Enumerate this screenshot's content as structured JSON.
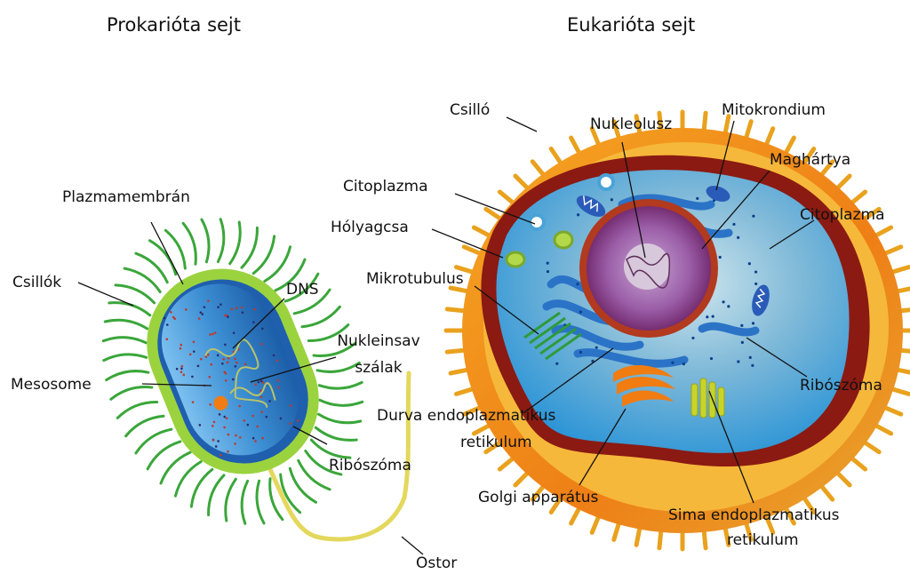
{
  "titles": {
    "prokaryote": "Prokarióta sejt",
    "eukaryote": "Eukarióta sejt"
  },
  "prokaryote_labels": {
    "plazmamembran": "Plazmamembrán",
    "csillok": "Csillók",
    "dns": "DNS",
    "nukleinsav_1": "Nukleinsav",
    "nukleinsav_2": "szálak",
    "mesosome": "Mesosome",
    "riboszoma": "Ribószóma",
    "ostor": "Ostor"
  },
  "eukaryote_labels": {
    "csillo": "Csilló",
    "nukleolusz": "Nukleolusz",
    "mitokrondium": "Mitokrondium",
    "maghartya": "Maghártya",
    "citoplazma_left": "Citoplazma",
    "citoplazma_right": "Citoplazma",
    "holyagcsa": "Hólyagcsa",
    "mikrotubulus": "Mikrotubulus",
    "riboszoma": "Ribószóma",
    "durva_1": "Durva endoplazmatikus",
    "durva_2": "retikulum",
    "golgi": "Golgi apparátus",
    "sima_1": "Sima endoplazmatikus",
    "sima_2": "retikulum"
  },
  "colors": {
    "bacteria_cilia": "#3aa63a",
    "bacteria_wall": "#9bd33f",
    "bacteria_inner": "#3d8fd4",
    "flagellum": "#e8e070",
    "cell_outer": "#f28a1a",
    "cell_cilia": "#e9a21e",
    "cell_membrane": "#8b1a12",
    "cytoplasm": "#1f8fd6",
    "nucleus": "#7a2a6e",
    "nucleus_inner": "#b98ac4",
    "er": "#2b73c7",
    "golgi": "#f07c12",
    "smooth_er": "#c8d42a",
    "mito": "#2a5bb8"
  }
}
